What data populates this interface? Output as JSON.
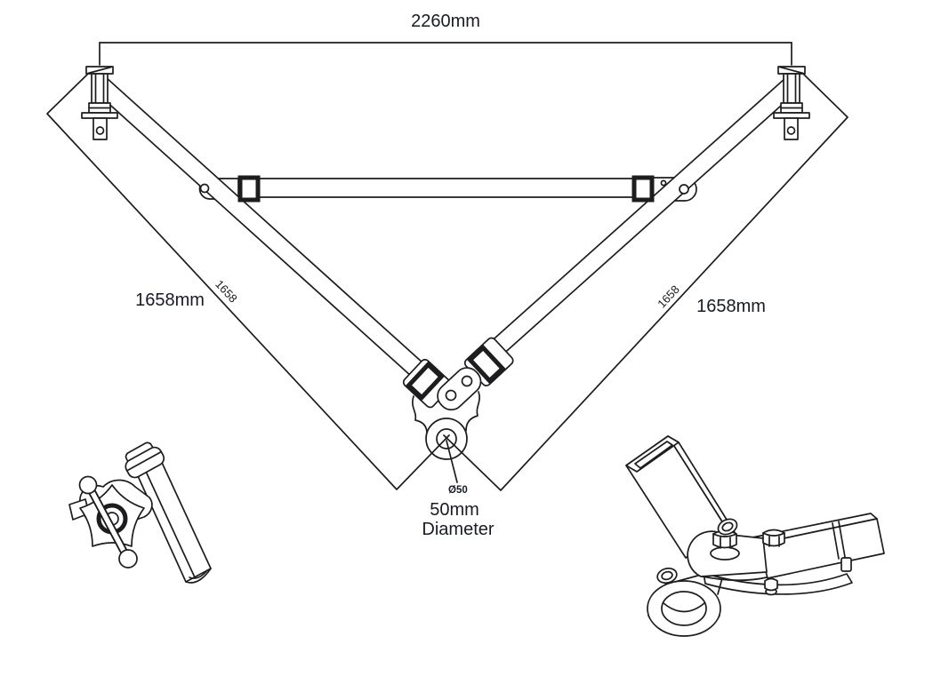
{
  "drawing": {
    "overall_width": "2260mm",
    "left_arm_length": "1658mm",
    "left_arm_length_inline": "1658",
    "right_arm_length": "1658mm",
    "right_arm_length_inline": "1658",
    "coupling_diameter_callout": "Ø50",
    "coupling_note_line1": "50mm",
    "coupling_note_line2": "Diameter"
  },
  "colors": {
    "line": "#1d1d1f",
    "text": "#181c22",
    "background": "#ffffff"
  }
}
